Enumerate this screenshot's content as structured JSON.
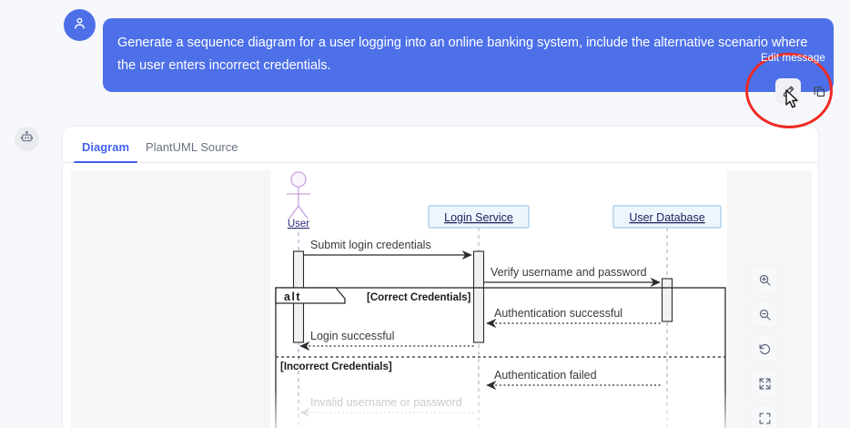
{
  "conversation": {
    "user_message": {
      "avatar_icon": "user-icon",
      "text": "Generate a sequence diagram for a user logging into an online banking system, include the alternative scenario where the user enters incorrect credentials.",
      "bubble_color": "#4d70e8",
      "tooltip": "Edit message",
      "actions": [
        {
          "name": "edit-message-button",
          "icon": "pencil-icon",
          "hovered": true
        },
        {
          "name": "copy-message-button",
          "icon": "copy-icon",
          "hovered": false
        }
      ]
    },
    "assistant_message": {
      "avatar_icon": "robot-icon",
      "tabs": [
        {
          "label": "Diagram",
          "active": true
        },
        {
          "label": "PlantUML Source",
          "active": false
        }
      ]
    }
  },
  "annotation": {
    "shape": "circle",
    "color": "#ee2b24",
    "cursor_icon": "mouse-pointer-icon"
  },
  "zoom_toolbar": {
    "buttons": [
      {
        "name": "zoom-in-button",
        "icon": "zoom-in-icon"
      },
      {
        "name": "zoom-out-button",
        "icon": "zoom-out-icon"
      },
      {
        "name": "reset-view-button",
        "icon": "reset-rotate-icon"
      },
      {
        "name": "fit-screen-button",
        "icon": "fit-screen-icon"
      },
      {
        "name": "fullscreen-button",
        "icon": "fullscreen-icon"
      }
    ]
  },
  "diagram": {
    "type": "uml-sequence-diagram",
    "participants": [
      {
        "id": "user",
        "label": "User",
        "kind": "actor",
        "color": "#c9a0dc"
      },
      {
        "id": "login",
        "label": "Login Service",
        "kind": "participant",
        "fill": "#eef6fd",
        "stroke": "#a0c8e8"
      },
      {
        "id": "db",
        "label": "User Database",
        "kind": "participant",
        "fill": "#eef6fd",
        "stroke": "#a0c8e8"
      }
    ],
    "messages": [
      {
        "from": "user",
        "to": "login",
        "label": "Submit login credentials",
        "style": "solid"
      },
      {
        "from": "login",
        "to": "db",
        "label": "Verify username and password",
        "style": "solid"
      },
      {
        "from": "db",
        "to": "login",
        "label": "Authentication successful",
        "style": "dotted"
      },
      {
        "from": "login",
        "to": "user",
        "label": "Login successful",
        "style": "dotted"
      },
      {
        "from": "db",
        "to": "login",
        "label": "Authentication failed",
        "style": "dotted"
      },
      {
        "from": "login",
        "to": "user",
        "label": "Invalid username or password",
        "style": "dotted"
      }
    ],
    "fragment": {
      "operator": "alt",
      "branches": [
        {
          "guard": "[Correct Credentials]"
        },
        {
          "guard": "[Incorrect Credentials]"
        }
      ]
    }
  }
}
